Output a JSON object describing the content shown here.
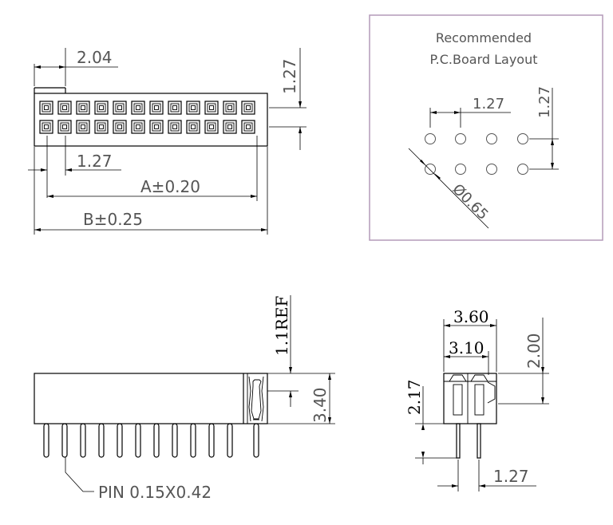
{
  "top_view": {
    "dim_2_04": "2.04",
    "dim_1_27_right": "1.27",
    "dim_1_27_bottom": "1.27",
    "dim_A": "A±0.20",
    "dim_B": "B±0.25"
  },
  "pcb_layout": {
    "title_line1": "Recommended",
    "title_line2": "P.C.Board  Layout",
    "dim_pitch_h": "1.27",
    "dim_pitch_v": "1.27",
    "dim_hole": "Ø0.65",
    "border_color": "#b49ab9"
  },
  "side_view": {
    "dim_ref": "1.1REF",
    "dim_height": "3.40",
    "pin_note": "PIN  0.15X0.42"
  },
  "end_view": {
    "dim_width": "3.60",
    "dim_inner": "3.10",
    "dim_2_00": "2.00",
    "dim_2_17": "2.17",
    "dim_pitch": "1.27"
  }
}
